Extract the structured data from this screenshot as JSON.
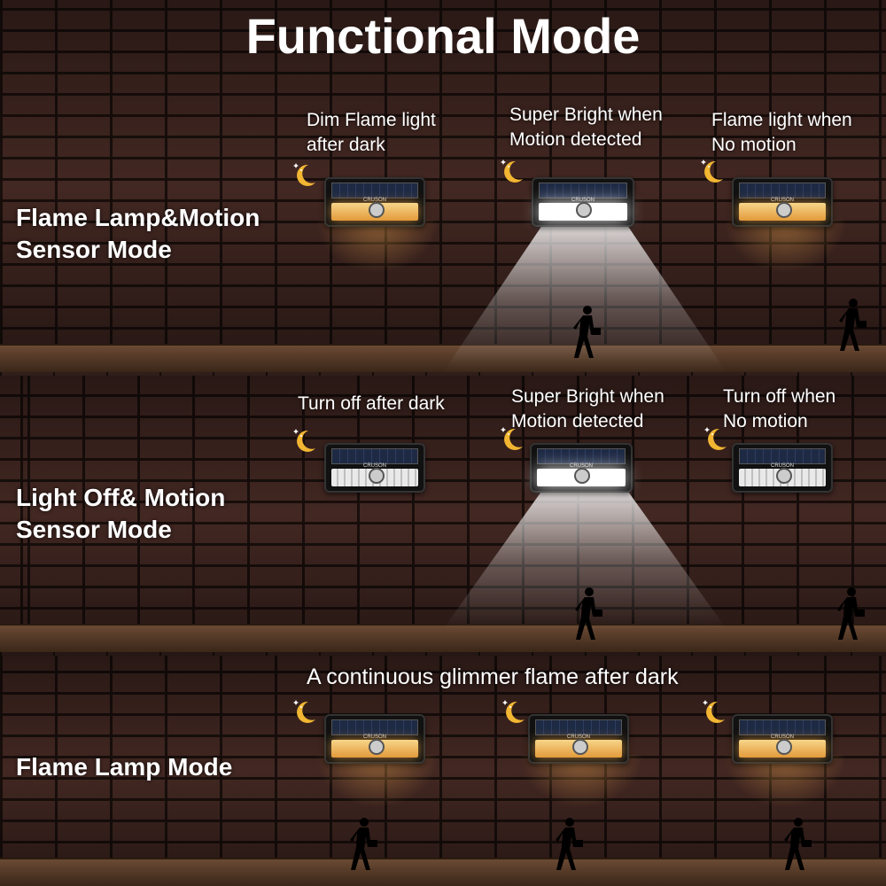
{
  "title": "Functional Mode",
  "brand": "CRUSON",
  "icons": {
    "moon": "moon-stars-icon",
    "walker": "walking-person-icon"
  },
  "colors": {
    "flame": "#e39a3a",
    "bright": "#ffffff",
    "text": "#ffffff"
  },
  "sections": [
    {
      "mode_label": "Flame Lamp&Motion\nSensor Mode",
      "captions": [
        "Dim Flame light\nafter dark",
        "Super Bright when\nMotion detected",
        "Flame light when\nNo motion"
      ]
    },
    {
      "mode_label": "Light Off& Motion\nSensor Mode",
      "captions": [
        "Turn off after dark",
        "Super Bright when\nMotion detected",
        "Turn off when\nNo motion"
      ]
    },
    {
      "mode_label": "Flame Lamp Mode",
      "caption": "A continuous glimmer flame after dark"
    }
  ]
}
